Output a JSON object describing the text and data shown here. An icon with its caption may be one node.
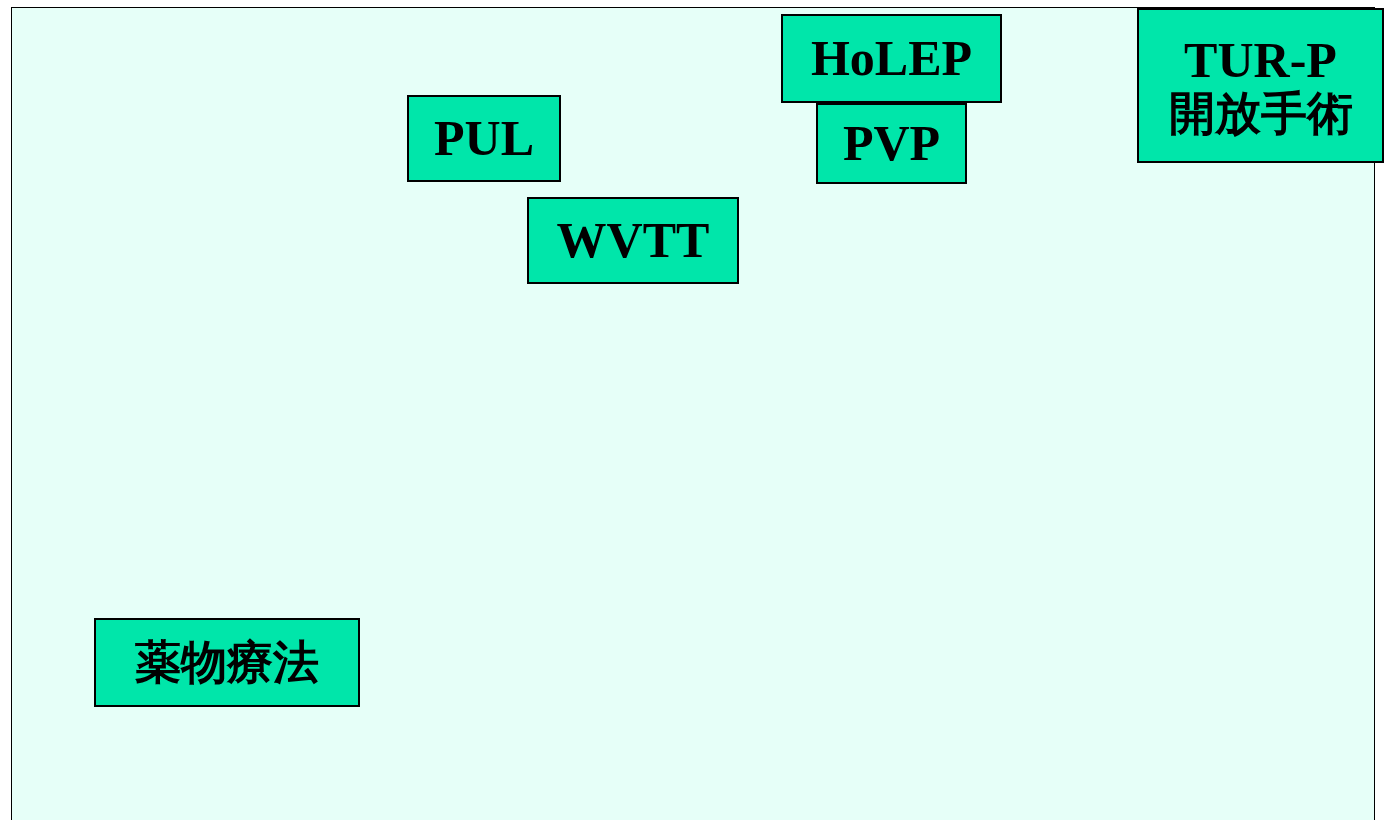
{
  "diagram": {
    "nodes": [
      {
        "text": [
          "TUR-P",
          "開放手術"
        ]
      },
      {
        "text": [
          "HoLEP"
        ]
      },
      {
        "text": [
          "PUL"
        ]
      },
      {
        "text": [
          "PVP"
        ]
      },
      {
        "text": [
          "WVTT"
        ]
      },
      {
        "text": [
          "薬物療法"
        ]
      }
    ]
  }
}
